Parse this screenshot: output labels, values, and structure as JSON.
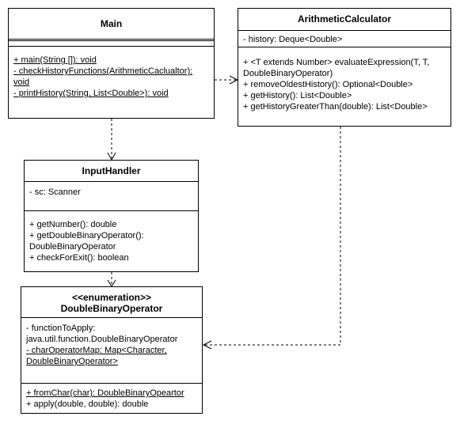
{
  "classes": {
    "main": {
      "name": "Main",
      "attributes": [],
      "methods": [
        {
          "text": "+ main(String []): void",
          "static": true
        },
        {
          "text": "- checkHistoryFunctions(ArithmeticCaclualtor):",
          "static": true
        },
        {
          "text": "void",
          "static": true
        },
        {
          "text": "- printHistory(String, List<Double>): void",
          "static": true
        }
      ]
    },
    "arithmetic_calculator": {
      "name": "ArithmeticCalculator",
      "attributes": [
        {
          "text": "- history: Deque<Double>",
          "static": false
        }
      ],
      "methods": [
        {
          "text": "+ <T extends Number> evaluateExpression(T, T,",
          "static": false
        },
        {
          "text": "DoubleBinaryOperator)",
          "static": false
        },
        {
          "text": "+ removeOldestHistory(): Optional<Double>",
          "static": false
        },
        {
          "text": "+ getHistory(): List<Double>",
          "static": false
        },
        {
          "text": "+ getHistoryGreaterThan(double): List<Double>",
          "static": false
        }
      ]
    },
    "input_handler": {
      "name": "InputHandler",
      "attributes": [
        {
          "text": "- sc: Scanner",
          "static": false
        }
      ],
      "methods": [
        {
          "text": "+ getNumber(): double",
          "static": false
        },
        {
          "text": "+ getDoubleBinaryOperator():",
          "static": false
        },
        {
          "text": "DoubleBinaryOperator",
          "static": false
        },
        {
          "text": "+ checkForExit(): boolean",
          "static": false
        }
      ]
    },
    "double_binary_operator": {
      "stereotype": "<<enumeration>>",
      "name": "DoubleBinaryOperator",
      "attributes": [
        {
          "text": "- functionToApply:",
          "static": false
        },
        {
          "text": "java.util.function.DoubleBinaryOperator",
          "static": false
        },
        {
          "text": "- charOperatorMap: Map<Character,",
          "static": true
        },
        {
          "text": "DoubleBinaryOperator>",
          "static": true
        }
      ],
      "methods": [
        {
          "text": "+ fromChar(char): DoubleBinaryOpeartor",
          "static": true
        },
        {
          "text": "+ apply(double, double): double",
          "static": false
        }
      ]
    }
  },
  "relations": [
    {
      "from": "Main",
      "to": "ArithmeticCalculator",
      "type": "dependency"
    },
    {
      "from": "Main",
      "to": "InputHandler",
      "type": "dependency"
    },
    {
      "from": "InputHandler",
      "to": "DoubleBinaryOperator",
      "type": "dependency"
    },
    {
      "from": "ArithmeticCalculator",
      "to": "DoubleBinaryOperator",
      "type": "dependency"
    }
  ]
}
